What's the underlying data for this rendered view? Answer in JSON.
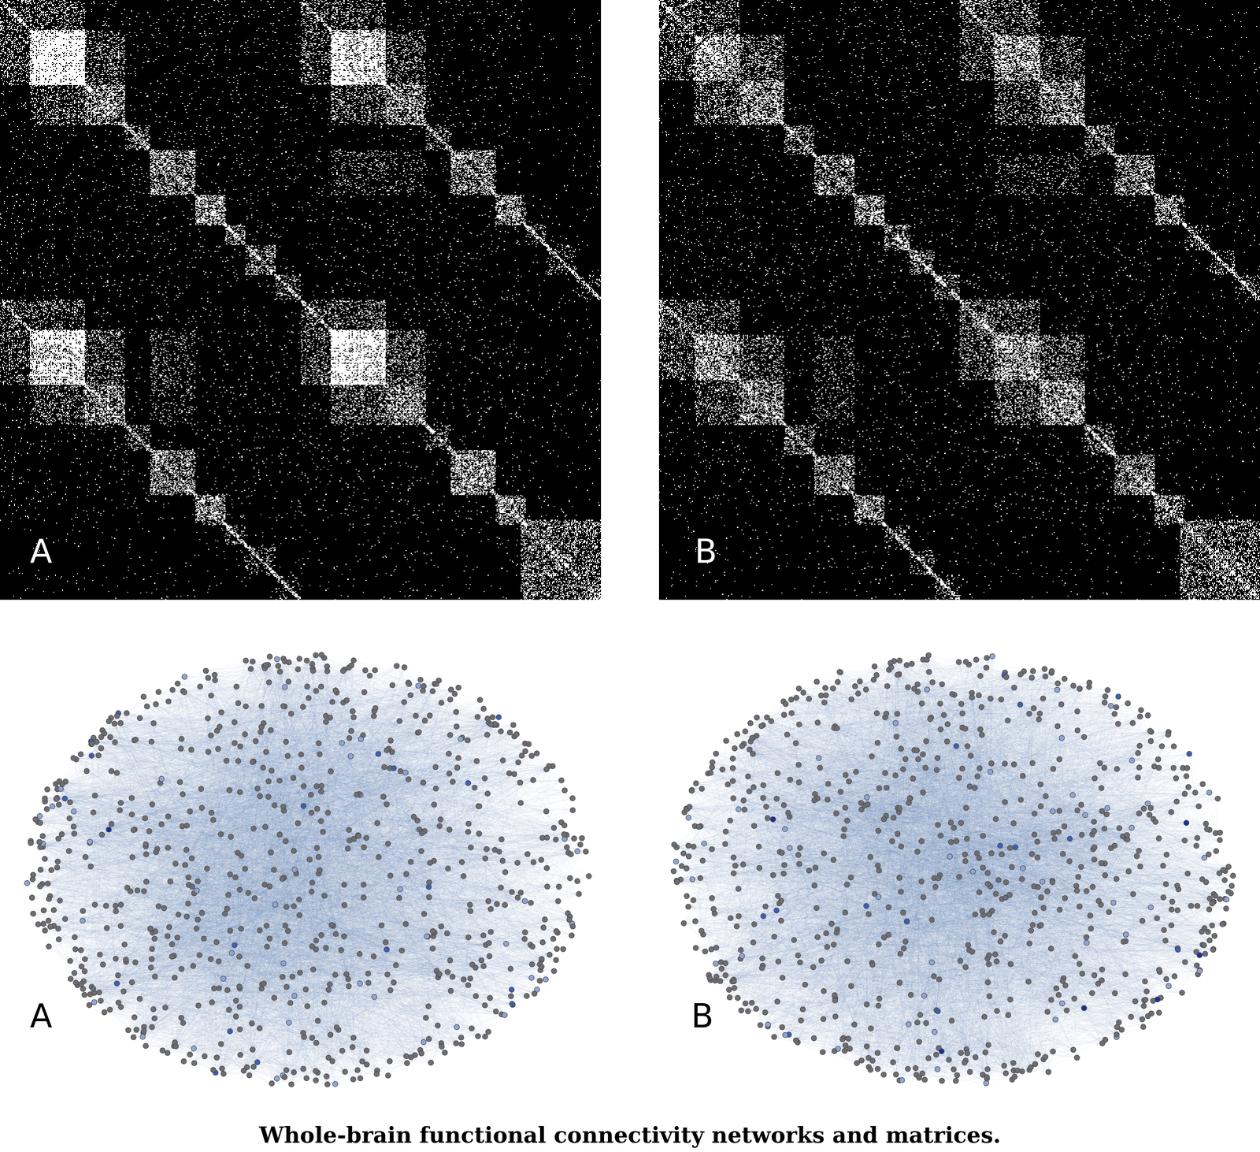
{
  "diagram": {
    "caption": "Whole-brain functional connectivity networks and matrices.",
    "labels": [
      "A",
      "B",
      "A",
      "B"
    ]
  }
}
